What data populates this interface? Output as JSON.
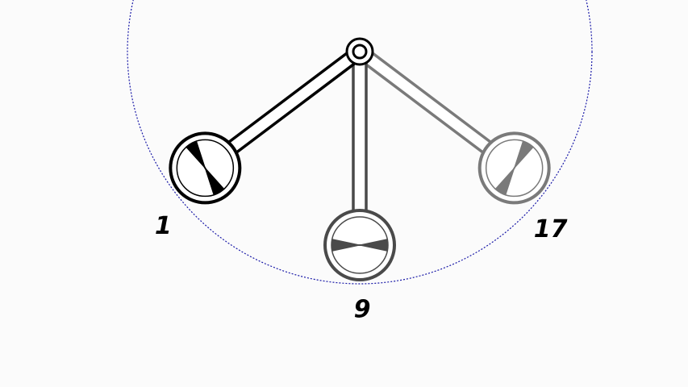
{
  "diagram": {
    "pivot_color": "#000000",
    "path_color": "#1a1aa8",
    "frames": [
      {
        "label": "1",
        "angle_deg": 53,
        "propeller_deg": 60,
        "color": "#000000"
      },
      {
        "label": "9",
        "angle_deg": 0,
        "propeller_deg": 0,
        "color": "#4a4a4a"
      },
      {
        "label": "17",
        "angle_deg": -53,
        "propeller_deg": -60,
        "color": "#7a7a7a"
      }
    ]
  }
}
